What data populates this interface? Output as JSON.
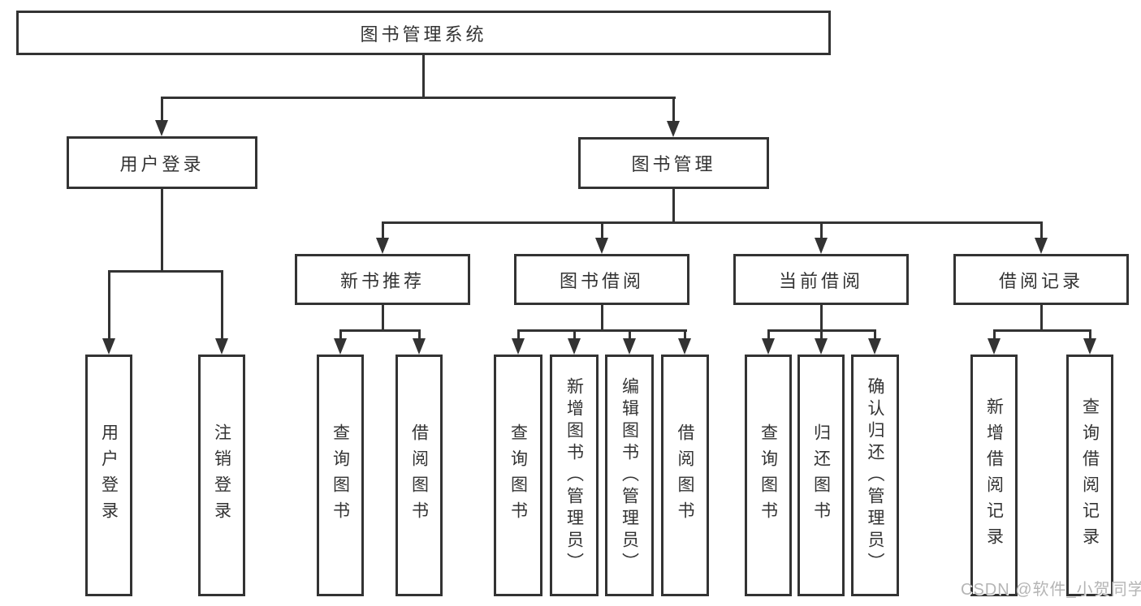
{
  "tree": {
    "root": {
      "label": "图书管理系统"
    },
    "branches": [
      {
        "label": "用户登录",
        "children": [
          {
            "label": "用户登录"
          },
          {
            "label": "注销登录"
          }
        ]
      },
      {
        "label": "图书管理",
        "groups": [
          {
            "label": "新书推荐",
            "children": [
              {
                "label": "查询图书"
              },
              {
                "label": "借阅图书"
              }
            ]
          },
          {
            "label": "图书借阅",
            "children": [
              {
                "label": "查询图书"
              },
              {
                "label": "新增图书（管理员）"
              },
              {
                "label": "编辑图书（管理员）"
              },
              {
                "label": "借阅图书"
              }
            ]
          },
          {
            "label": "当前借阅",
            "children": [
              {
                "label": "查询图书"
              },
              {
                "label": "归还图书"
              },
              {
                "label": "确认归还（管理员）"
              }
            ]
          },
          {
            "label": "借阅记录",
            "children": [
              {
                "label": "新增借阅记录"
              },
              {
                "label": "查询借阅记录"
              }
            ]
          }
        ]
      }
    ]
  },
  "watermark": {
    "text": "CSDN @软件_小贺同学"
  },
  "colors": {
    "line": "#333333",
    "text": "#333333",
    "box_background": "#ffffff",
    "page_background": "#ffffff",
    "watermark": "#b5b5b5"
  }
}
